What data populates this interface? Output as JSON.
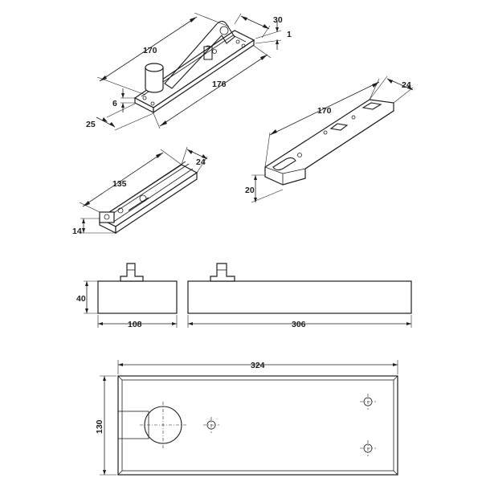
{
  "dimensions": {
    "top_plate_length": "170",
    "top_plate_arm": "30",
    "top_plate_offset": "1",
    "top_plate_total": "176",
    "top_plate_thickness": "6",
    "top_plate_width": "25",
    "channel_length": "135",
    "channel_width": "24",
    "channel_height": "14",
    "arm_length": "170",
    "arm_width": "24",
    "arm_height": "20",
    "side_small_length": "108",
    "side_height": "40",
    "side_large_length": "306",
    "plan_length": "324",
    "plan_width": "130"
  }
}
